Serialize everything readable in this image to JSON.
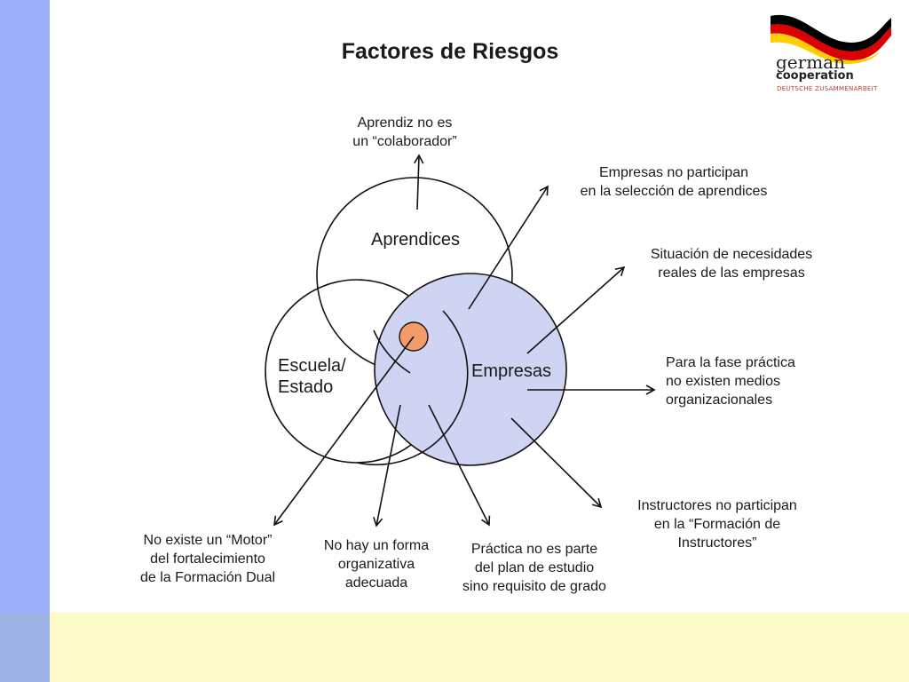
{
  "title": "Factores de Riesgos",
  "logo": {
    "line1": "german",
    "line2": "cooperation",
    "line3": "DEUTSCHE ZUSAMMENARBEIT",
    "flag_colors": [
      "#000000",
      "#dd0000",
      "#ffce00"
    ]
  },
  "circles": {
    "aprendices": "Aprendices",
    "escuela_line1": "Escuela/",
    "escuela_line2": "Estado",
    "empresas": "Empresas"
  },
  "risks": {
    "aprendiz": [
      "Aprendiz no es",
      "un “colaborador”"
    ],
    "seleccion": [
      "Empresas no participan",
      "en la selección de aprendices"
    ],
    "necesidades": [
      "Situación de necesidades",
      "reales de las empresas"
    ],
    "fase_practica": [
      "Para la fase práctica",
      "no existen  medios",
      "organizacionales"
    ],
    "instructores": [
      "Instructores no participan",
      "en la “Formación de",
      "Instructores”"
    ],
    "motor": [
      "No existe un “Motor”",
      "del fortalecimiento",
      "de la Formación Dual"
    ],
    "forma": [
      "No hay un forma",
      "organizativa",
      "adecuada"
    ],
    "practica": [
      "Práctica no es parte",
      "del plan de estudio",
      "sino requisito de grado"
    ]
  },
  "colors": {
    "side_bar": "#99aff7",
    "bottom_band": "#fffbc8",
    "empresas_fill": "#d0d4f3",
    "center_dot": "#f49b6a"
  }
}
